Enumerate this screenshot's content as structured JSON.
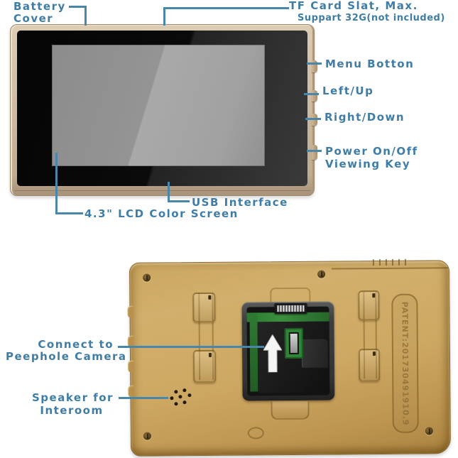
{
  "labels": {
    "battery_cover_1": "Battery",
    "battery_cover_2": "Cover",
    "tf_card_1": "TF Card Slat, Max.",
    "tf_card_2": "Suppart 32G(not included)",
    "menu": "Menu Botton",
    "left_up": "Left/Up",
    "right_down": "Right/Down",
    "power_1": "Power On/Off",
    "power_2": "Viewing Key",
    "usb": "USB Interface",
    "lcd": "4.3\" LCD Color Screen",
    "connect_1": "Connect to",
    "connect_2": "Peephole Camera",
    "speaker_1": "Speaker for",
    "speaker_2": "Interoom"
  },
  "back_device": {
    "engraving": "PATENT:201730491910.9"
  },
  "icons": {
    "battery_direction": "arrow-up"
  },
  "colors": {
    "annotation": "#3f7da6",
    "annotation_line": "#4886aa",
    "front_frame_gold": "#cfbca2",
    "back_body_gold": "#c9a35c",
    "bezel_black": "#0a0a0a",
    "screen_gray": "#9a9a9a",
    "pcb_green": "#2f7a33"
  }
}
